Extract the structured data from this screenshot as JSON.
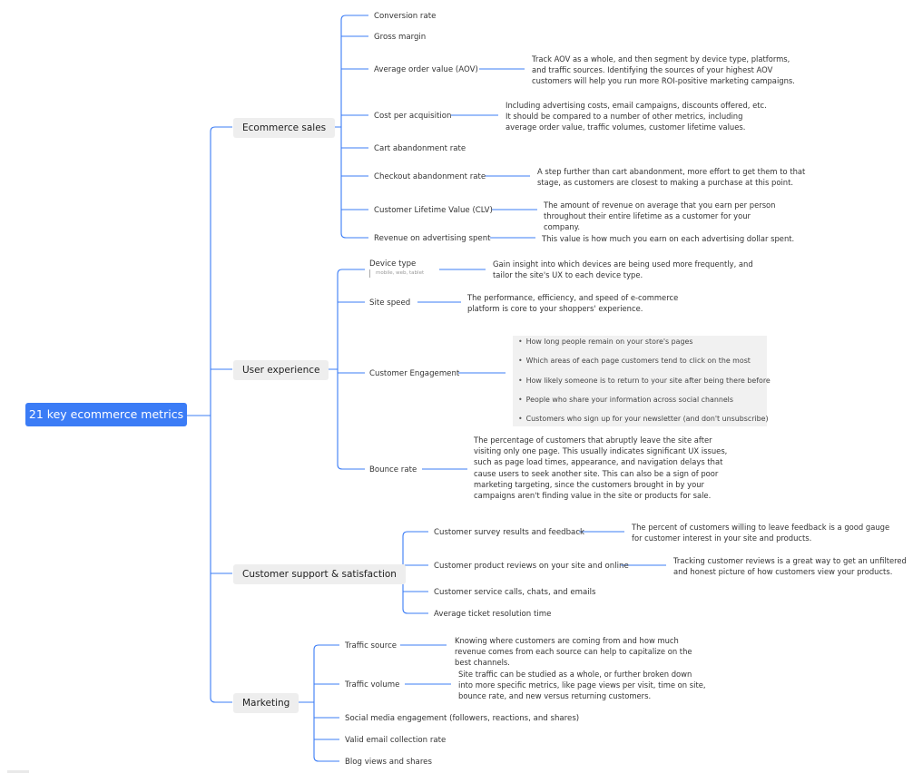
{
  "root": {
    "label": "21 key ecommerce metrics"
  },
  "categories": [
    {
      "label": "Ecommerce sales"
    },
    {
      "label": "User experience"
    },
    {
      "label": "Customer support & satisfaction"
    },
    {
      "label": "Marketing"
    }
  ],
  "ecommerce": [
    {
      "label": "Conversion rate"
    },
    {
      "label": "Gross margin"
    },
    {
      "label": "Average order value (AOV)",
      "note": "Track AOV as a whole, and then segment by device type, platforms, and traffic sources. Identifying the sources of your highest AOV customers will help you run more ROI-positive marketing campaigns."
    },
    {
      "label": "Cost per acquisition",
      "note": "Including advertising costs, email campaigns, discounts offered, etc. It should be compared to a number of other metrics, including average order value, traffic volumes, customer lifetime values."
    },
    {
      "label": "Cart abandonment rate"
    },
    {
      "label": "Checkout abandonment rate",
      "note": "A step further than cart abandonment, more effort to get them to that stage, as customers are closest to making a purchase at this point."
    },
    {
      "label": "Customer Lifetime Value (CLV)",
      "note": "The amount of revenue on average that you earn per person throughout their entire lifetime as a customer for your company."
    },
    {
      "label": "Revenue on advertising spent",
      "note": "This value is how much you earn on each advertising dollar spent."
    }
  ],
  "ux": {
    "device": {
      "label": "Device type",
      "sub": "mobile, web, tablet",
      "note": "Gain insight into which devices are being used more frequently, and tailor the site's UX to each device type."
    },
    "speed": {
      "label": "Site speed",
      "note": "The performance, efficiency, and speed of e-commerce platform is core to your shoppers' experience."
    },
    "engagement": {
      "label": "Customer Engagement",
      "bullets": [
        "How long people remain on your store's pages",
        "Which areas of each page customers tend to click on the most",
        "How likely someone is to return to your site after being there before",
        "People who share your information across social channels",
        "Customers who sign up for your newsletter (and don't unsubscribe)"
      ]
    },
    "bounce": {
      "label": "Bounce rate",
      "note": "The percentage of customers that abruptly leave the site after visiting only one page. This usually indicates significant UX issues, such as page load times, appearance, and navigation delays that cause users to seek another site. This can also be a sign of poor marketing targeting, since the customers brought in by your campaigns aren't finding value in the site or products for sale."
    }
  },
  "support": [
    {
      "label": "Customer survey results and feedback",
      "note": "The percent of customers willing to leave feedback is a good gauge for customer interest in your site and products."
    },
    {
      "label": "Customer product reviews on your site and online",
      "note": "Tracking customer reviews is a great way to get an unfiltered and honest picture of how customers view your products."
    },
    {
      "label": "Customer service calls, chats, and emails"
    },
    {
      "label": "Average ticket resolution time"
    }
  ],
  "marketing": [
    {
      "label": "Traffic source",
      "note": "Knowing where customers are coming from and how much revenue comes from each source can help to capitalize on the best channels."
    },
    {
      "label": "Traffic volume",
      "note": "Site traffic can be studied as a whole, or further broken down into more specific metrics, like page views per visit, time on site, bounce rate, and new versus returning customers."
    },
    {
      "label": "Social media engagement (followers, reactions, and shares)"
    },
    {
      "label": "Valid email collection rate"
    },
    {
      "label": "Blog views and shares"
    }
  ],
  "colors": {
    "connector": "#3b7cf6",
    "root": "#3b7cf6",
    "category_bg": "#eeeeee",
    "bullet_bg": "#f1f1f1"
  }
}
